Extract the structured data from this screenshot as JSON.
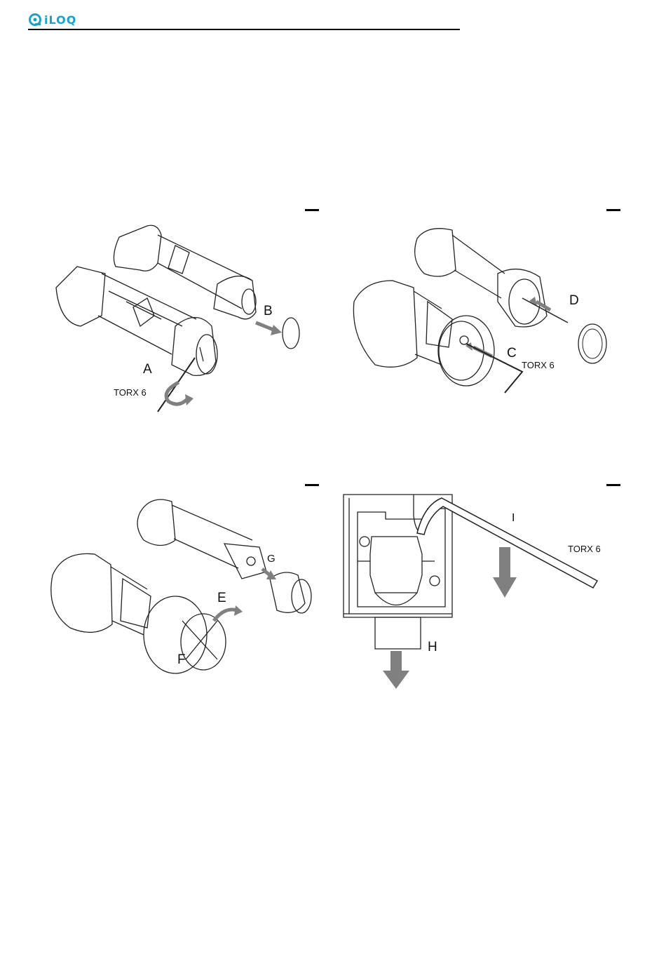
{
  "header": {
    "logo_text": "iLOQ"
  },
  "panels": [
    {
      "labels": {
        "a": "A",
        "b": "B"
      },
      "torx": "TORX 6"
    },
    {
      "labels": {
        "c": "C",
        "d": "D"
      },
      "torx": "TORX 6"
    },
    {
      "labels": {
        "e": "E",
        "f": "F",
        "g": "G"
      }
    },
    {
      "labels": {
        "h": "H",
        "i": "I"
      },
      "torx": "TORX 6"
    }
  ],
  "colors": {
    "brand": "#1aa3c9",
    "arrow": "#808080",
    "line": "#222222"
  }
}
